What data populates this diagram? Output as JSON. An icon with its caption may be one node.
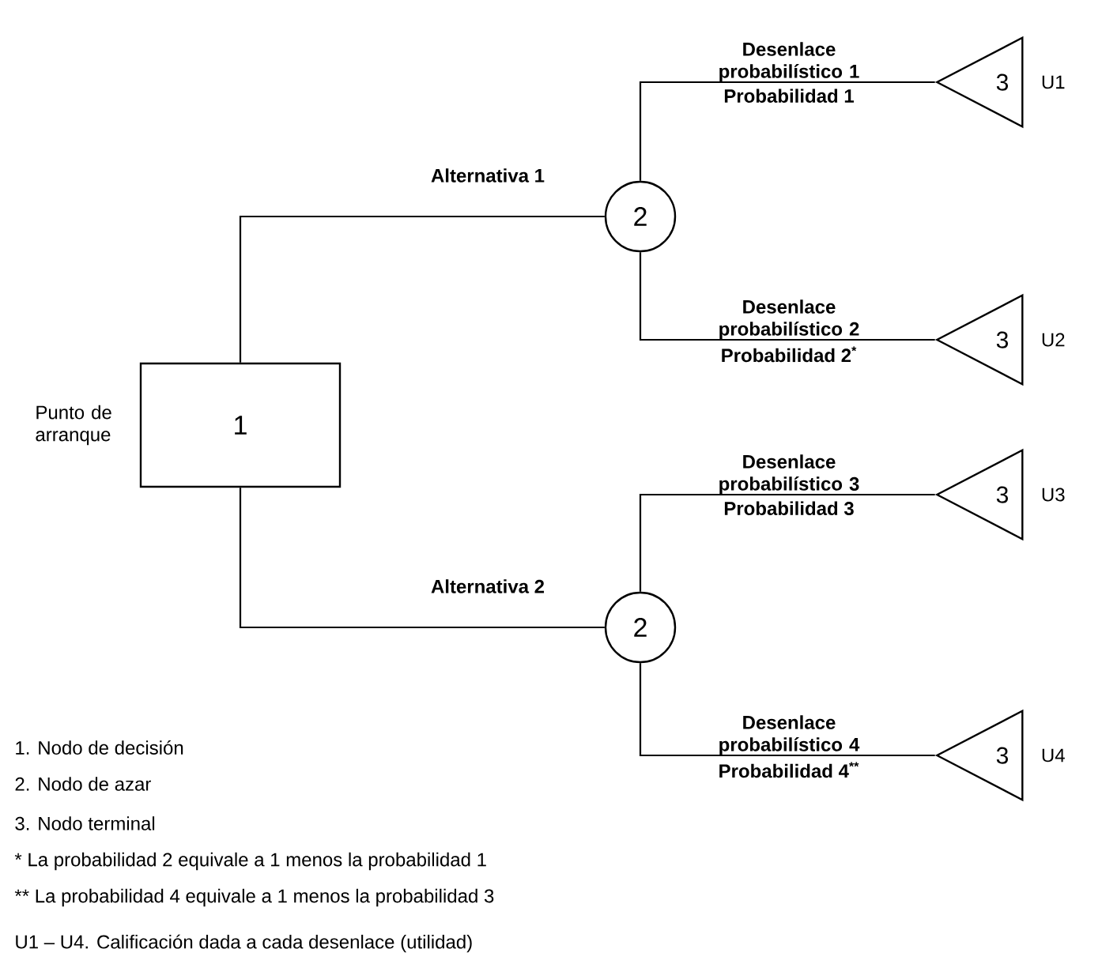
{
  "diagram": {
    "nodes": [
      {
        "text": [
          "1"
        ],
        "beside": [
          "Punto de arranque"
        ]
      },
      {
        "text": [
          "2"
        ]
      },
      {
        "text": [
          "2"
        ]
      },
      {
        "text": [
          "3"
        ],
        "beside": [
          "U1"
        ]
      },
      {
        "text": [
          "3"
        ],
        "beside": [
          "U2"
        ]
      },
      {
        "text": [
          "3"
        ],
        "beside": [
          "U3"
        ]
      },
      {
        "text": [
          "3"
        ],
        "beside": [
          "U4"
        ]
      }
    ],
    "edges": [
      {
        "from": 0,
        "to": 1,
        "arrow": "none",
        "label": "Alternativa 1"
      },
      {
        "from": 0,
        "to": 2,
        "arrow": "none",
        "label": "Alternativa 2"
      },
      {
        "from": 1,
        "to": 3,
        "arrow": "none",
        "label": "Desenlace probabilístico 1"
      },
      {
        "from": 1,
        "to": 4,
        "arrow": "none",
        "label": "Desenlace probabilístico 2"
      },
      {
        "from": 2,
        "to": 5,
        "arrow": "none",
        "label": "Desenlace probabilístico 3"
      },
      {
        "from": 2,
        "to": 6,
        "arrow": "none",
        "label": "Desenlace probabilístico 4"
      }
    ],
    "labels": [
      "Probabilidad 1",
      "Probabilidad 2$^{*}$",
      "Probabilidad 3",
      "Probabilidad 4$^{**}$",
      "1. Nodo de decisión",
      "2. Nodo de azar",
      "3. Nodo terminal",
      "* La probabilidad 2 equivale a 1 menos la probabilidad 1",
      "** La probabilidad 4 equivale a 1 menos la probabilidad 3",
      "U1 – U4. Calificación dada a cada desenlace (utilidad)"
    ]
  }
}
